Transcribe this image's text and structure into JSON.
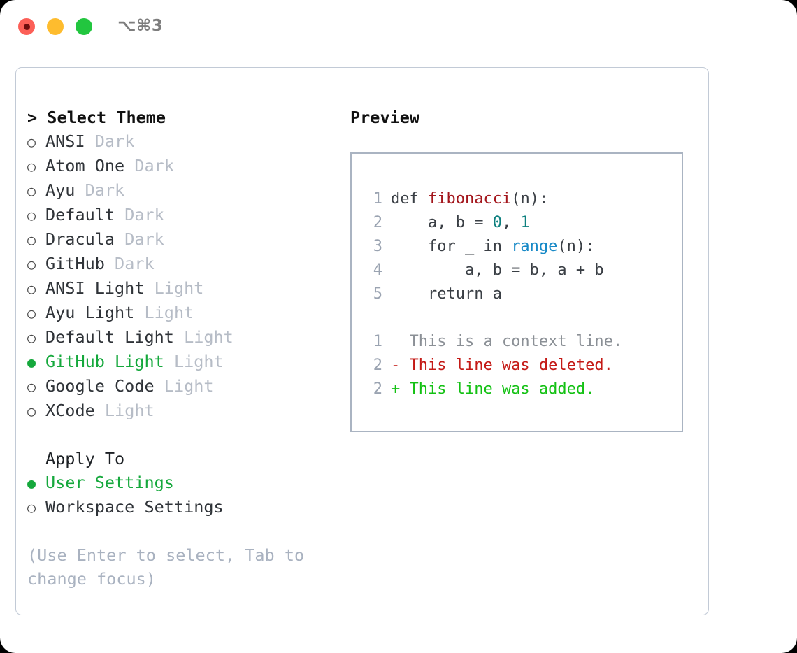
{
  "titlebar": {
    "shortcut": "⌥⌘3",
    "buttons": [
      {
        "name": "close",
        "color": "#fc5f57"
      },
      {
        "name": "minimize",
        "color": "#febc2e"
      },
      {
        "name": "maximize",
        "color": "#22c63f"
      }
    ]
  },
  "left": {
    "heading": "> Select Theme",
    "themes": [
      {
        "marker": "○",
        "name": "ANSI",
        "tag": "Dark",
        "selected": false
      },
      {
        "marker": "○",
        "name": "Atom One",
        "tag": "Dark",
        "selected": false
      },
      {
        "marker": "○",
        "name": "Ayu",
        "tag": "Dark",
        "selected": false
      },
      {
        "marker": "○",
        "name": "Default",
        "tag": "Dark",
        "selected": false
      },
      {
        "marker": "○",
        "name": "Dracula",
        "tag": "Dark",
        "selected": false
      },
      {
        "marker": "○",
        "name": "GitHub",
        "tag": "Dark",
        "selected": false
      },
      {
        "marker": "○",
        "name": "ANSI Light",
        "tag": "Light",
        "selected": false
      },
      {
        "marker": "○",
        "name": "Ayu Light",
        "tag": "Light",
        "selected": false
      },
      {
        "marker": "○",
        "name": "Default Light",
        "tag": "Light",
        "selected": false
      },
      {
        "marker": "●",
        "name": "GitHub Light",
        "tag": "Light",
        "selected": true
      },
      {
        "marker": "○",
        "name": "Google Code",
        "tag": "Light",
        "selected": false
      },
      {
        "marker": "○",
        "name": "XCode",
        "tag": "Light",
        "selected": false
      }
    ],
    "apply_to": {
      "heading": "Apply To",
      "options": [
        {
          "marker": "●",
          "label": "User Settings",
          "selected": true
        },
        {
          "marker": "○",
          "label": "Workspace Settings",
          "selected": false
        }
      ]
    },
    "hint": "(Use Enter to select, Tab to change focus)"
  },
  "right": {
    "heading": "Preview",
    "code": [
      {
        "no": "1",
        "tokens": [
          {
            "t": "def ",
            "c": "plain"
          },
          {
            "t": "fibonacci",
            "c": "fn"
          },
          {
            "t": "(n):",
            "c": "plain"
          }
        ]
      },
      {
        "no": "2",
        "tokens": [
          {
            "t": "    a, b = ",
            "c": "plain"
          },
          {
            "t": "0",
            "c": "num"
          },
          {
            "t": ", ",
            "c": "plain"
          },
          {
            "t": "1",
            "c": "num"
          }
        ]
      },
      {
        "no": "3",
        "tokens": [
          {
            "t": "    for _ in ",
            "c": "plain"
          },
          {
            "t": "range",
            "c": "builtin"
          },
          {
            "t": "(n):",
            "c": "plain"
          }
        ]
      },
      {
        "no": "4",
        "tokens": [
          {
            "t": "        a, b = b, a + b",
            "c": "plain"
          }
        ]
      },
      {
        "no": "5",
        "tokens": [
          {
            "t": "    return a",
            "c": "plain"
          }
        ]
      }
    ],
    "diff": [
      {
        "no": "1",
        "marker": " ",
        "text": "  This is a context line.",
        "kind": "ctx"
      },
      {
        "no": "2",
        "marker": " ",
        "text": "- This line was deleted.",
        "kind": "del"
      },
      {
        "no": "2",
        "marker": " ",
        "text": "+ This line was added.",
        "kind": "add"
      }
    ]
  },
  "colors": {
    "accent_green": "#15a83c",
    "diff_add": "#13c113",
    "diff_delete": "#c41a16",
    "syntax_function": "#a3161c",
    "syntax_number": "#0e807f",
    "syntax_builtin": "#1789c7",
    "muted": "#b6bcc6",
    "border": "#c2cad6"
  }
}
